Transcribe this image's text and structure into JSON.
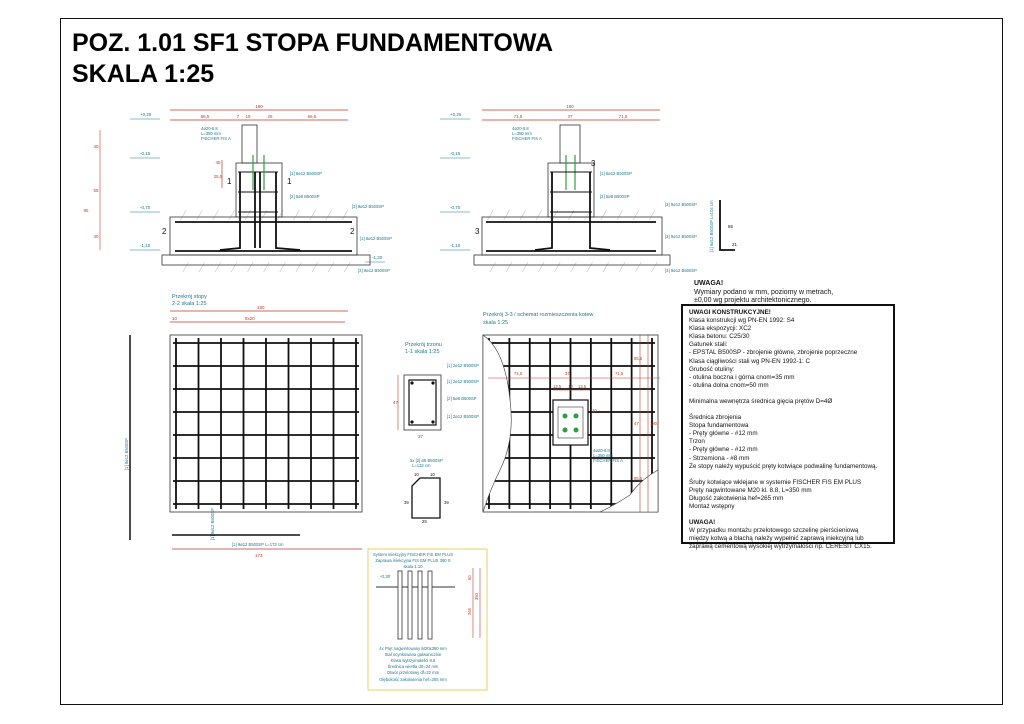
{
  "title": {
    "line1": "POZ. 1.01 SF1 STOPA FUNDAMENTOWA",
    "line2": "SKALA 1:25"
  },
  "elevation_a": {
    "levels": [
      "+0,25",
      "-0,15",
      "-0,70",
      "-1,10",
      "-1,20"
    ],
    "dims_top": [
      "180",
      "66,5",
      "7",
      "15",
      "25",
      "66,5"
    ],
    "dims_side": [
      "40",
      "55",
      "95",
      "40",
      "45",
      "25,5"
    ],
    "anchor_label": [
      "4ø20-8.8",
      "L=350 mm",
      "FISCHER FIS A"
    ],
    "rebar_labels": [
      "[1] 6ø12 B500SP",
      "[2] 5ø8 B500SP",
      "[3] 9ø12 B500SP",
      "[1] 6ø12 B500SP",
      "[3] 9ø12 B500SP"
    ],
    "section_marks": [
      "1",
      "1",
      "2",
      "2"
    ]
  },
  "elevation_b": {
    "levels": [
      "+0,25",
      "-0,15",
      "-0,70",
      "-1,10"
    ],
    "dims_top": [
      "180",
      "71,5",
      "37",
      "71,5"
    ],
    "anchor_label": [
      "4ø20-8.8",
      "L=350 mm",
      "FISCHER FIS A"
    ],
    "rebar_labels": [
      "[1] 6ø12 B500SP",
      "[2] 5ø8 B500SP",
      "[3] 9ø12 B500SP",
      "[3] 9ø12 B500SP",
      "[3] 9ø12 B500SP"
    ],
    "section_marks": [
      "3",
      "3"
    ],
    "bar_shape_label": "[1] 6ø12 B500SP L=104 cm",
    "bar_shape_dims": [
      "85",
      "21"
    ]
  },
  "plan_2_2": {
    "title": [
      "Przekrój stopy",
      "2-2 skala 1:25"
    ],
    "dims": [
      "180",
      "10",
      "8x20",
      "173"
    ],
    "labels": [
      "[1] 9ø12 B500SP L=173 cm",
      "[1] 9ø12 B500SP",
      "[1] 9ø12 B500SP"
    ]
  },
  "section_1_1": {
    "title": [
      "Przekrój trzonu",
      "1-1 skala 1:25"
    ],
    "labels": [
      "[1] 2ø12 B500SP",
      "[1] 2ø12 B500SP",
      "[2] 5ø8 B500SP",
      "[1] 2ø12 B500SP"
    ],
    "dims": [
      "47",
      "37"
    ],
    "stirrup_label": [
      "5x [2] ø8 B500SP",
      "L=132 cm"
    ],
    "stirrup_dims": [
      "10",
      "10",
      "39",
      "39",
      "29"
    ]
  },
  "section_3_3": {
    "title": [
      "Przekrój 3-3 / schemat rozmieszczenia kotew",
      "skala 1:25"
    ],
    "dims": [
      "71,5",
      "37",
      "71,5",
      "13,5",
      "10",
      "13,5",
      "65,5",
      "10",
      "47",
      "65,5",
      "180"
    ],
    "plate_label": [
      "4ø20-8.8",
      "L=350 mm",
      "FISCHER FIS A"
    ]
  },
  "anchor_detail": {
    "lines": [
      "System iniekcyjny FISCHER FIS EM PLUS",
      "Zaprawa iniekcyjna FIS EM PLUS 390 S",
      "skala 1:10"
    ],
    "level": "-0,30",
    "specs": [
      "4x Pręt nagwintowany M20x350 mm",
      "Stal ocynkowana galwanicznie",
      "Klasa wytrzymałości 8.8",
      "Średnica wiertła d0=24 mm",
      "Otwór przelotowy df=22 mm",
      "Głębokość zakotwienia hef=265 mm"
    ],
    "dims": [
      "60",
      "265",
      "350"
    ]
  },
  "notes": {
    "head_title": "UWAGA!",
    "head_lines": [
      "Wymiary podano w mm, poziomy w metrach,",
      "±0,00 wg projektu architektonicznego."
    ],
    "box_title": "UWAGI KONSTRUKCYJNE!",
    "block1": [
      "Klasa konstrukcji wg PN-EN 1992: S4",
      "Klasa ekspozycji: XC2",
      "Klasa betonu: C25/30",
      "Gatunek stali:",
      "- EPSTAL B500SP - zbrojenie główne, zbrojenie poprzeczne",
      "Klasa ciągliwości stali wg PN-EN 1992-1: C",
      "Grubość otuliny:",
      "- otulina boczna i górna cnom=35 mm",
      "- otulina dolna cnom=50 mm"
    ],
    "block2": "Minimalna wewnętrza średnica gięcia prętów D=4Ø",
    "block3": [
      "Średnica zbrojenia",
      "Stopa fundamentowa",
      "- Pręty główne    - #12 mm",
      "Trzon",
      "- Pręty główne    - #12 mm",
      "- Strzemiona      - #8 mm",
      "Ze stopy należy wypuścić pręty kotwiące podwalinę fundamentową."
    ],
    "block4": [
      "Śruby kotwiące wklejane w systemie FISCHER FIS EM PLUS",
      "Pręty nagwintowane M20 kl. 8.8, L=350 mm",
      "Długość zakotwienia hef=265 mm",
      "Montaż wstępny"
    ],
    "warn_title": "UWAGA!",
    "warn_lines": [
      "W przypadku montażu przelotowego szczelinę pierścieniową",
      "między kotwą a blachą należy wypełnić zaprawą iniekcyjną lub",
      "zaprawą cementową wysokiej wytrzymałości np. CERESIT CX15."
    ]
  },
  "colors": {
    "line": "#222222",
    "dim": "#c0392b",
    "label": "#1a7a8a",
    "anchor": "#2e9e3e",
    "detail_border": "#e8d060"
  }
}
